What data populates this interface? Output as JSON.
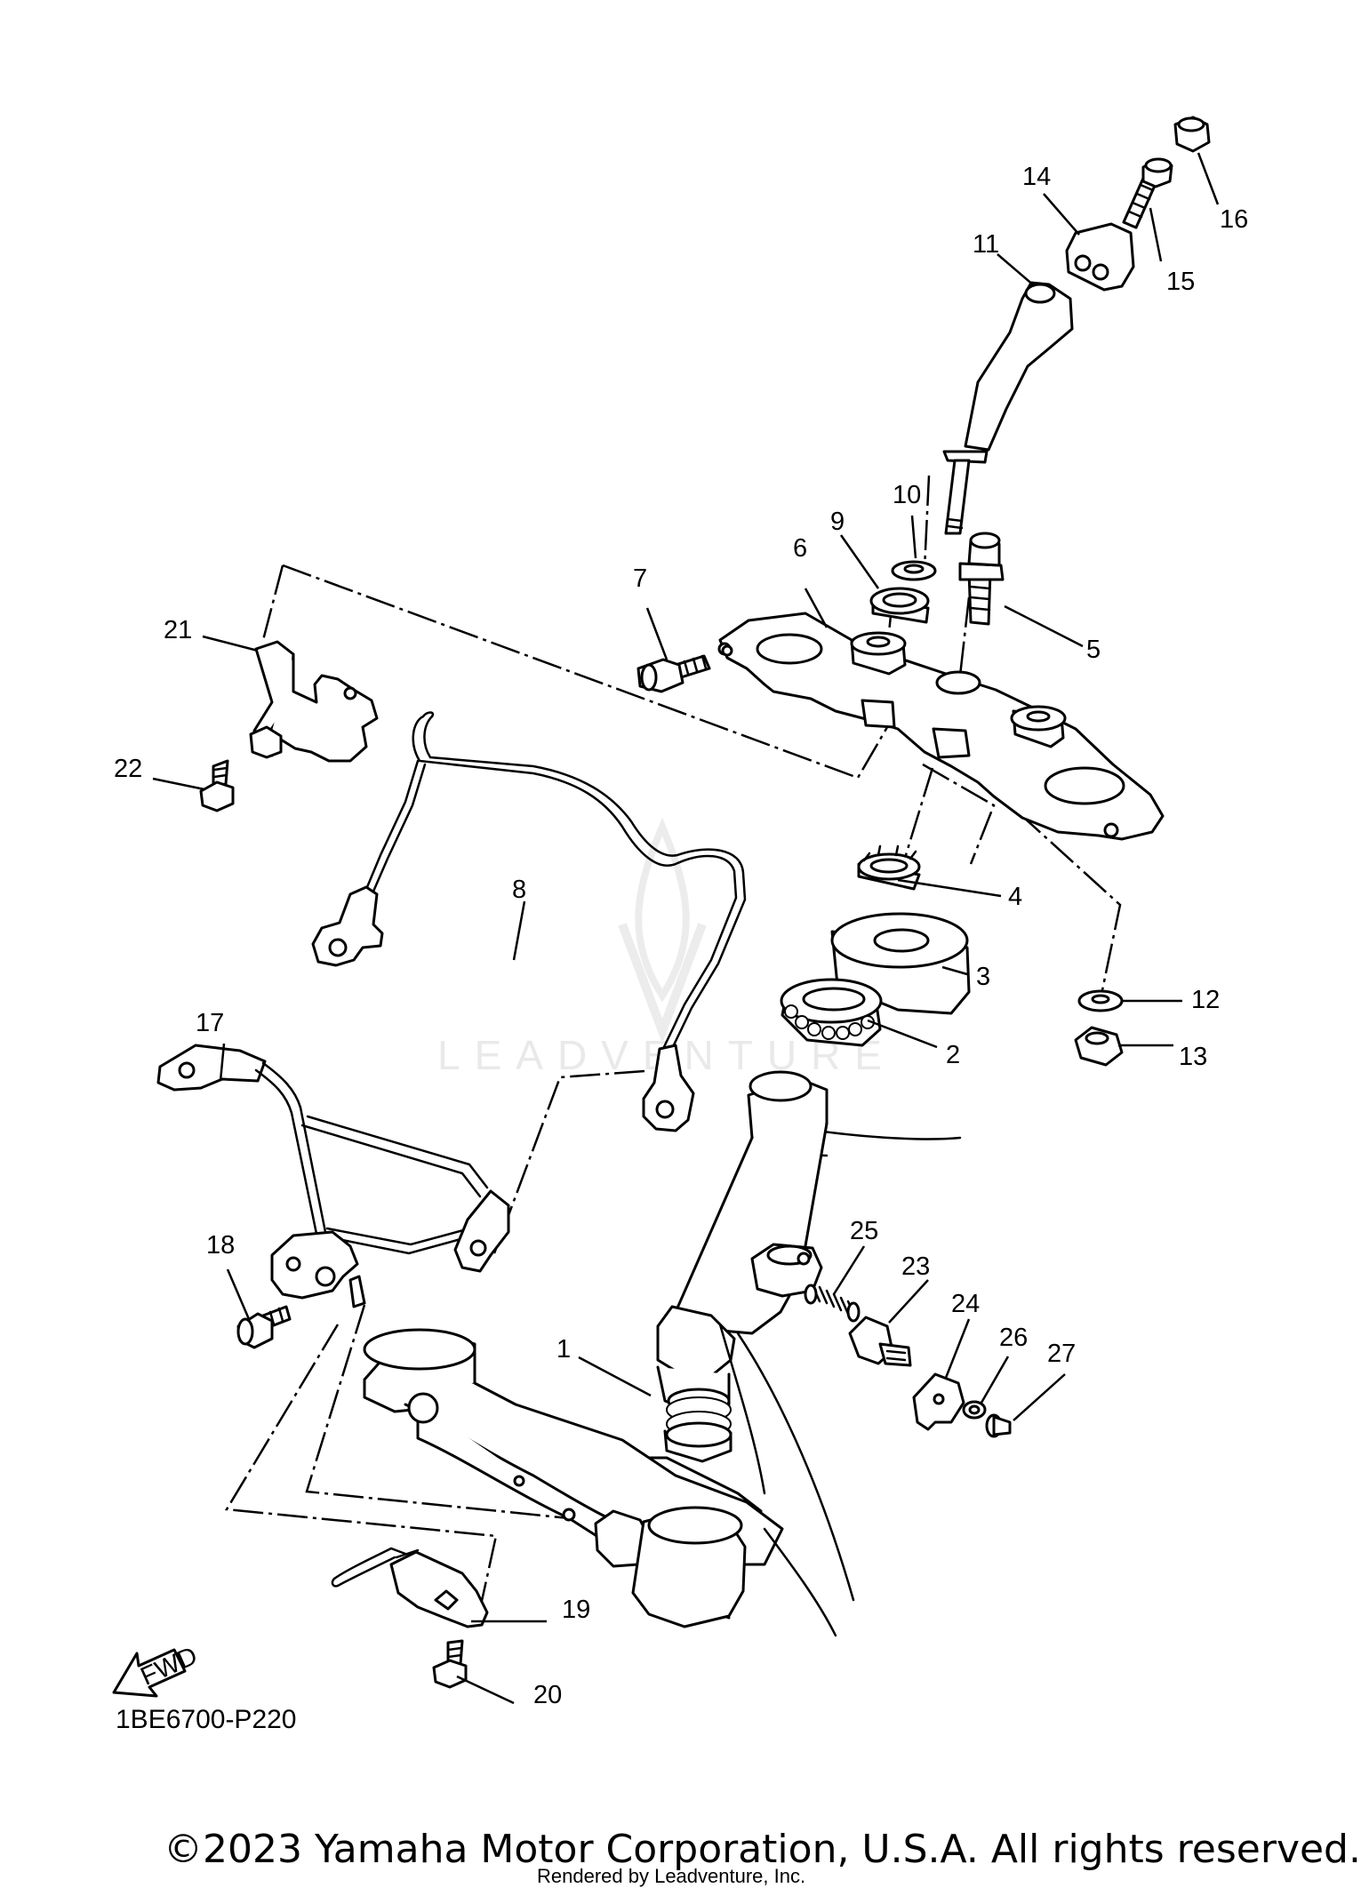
{
  "diagram": {
    "code": "1BE6700-P220",
    "copyright": "©2023 Yamaha Motor Corporation, U.S.A. All rights reserved.",
    "rendered_by": "Rendered by Leadventure, Inc.",
    "watermark": "LEADVENTURE",
    "fwd_label": "FWD",
    "callouts": {
      "c1": "1",
      "c2": "2",
      "c3": "3",
      "c4": "4",
      "c5": "5",
      "c6": "6",
      "c7": "7",
      "c8": "8",
      "c9": "9",
      "c10": "10",
      "c11": "11",
      "c12": "12",
      "c13": "13",
      "c14": "14",
      "c15": "15",
      "c16": "16",
      "c17": "17",
      "c18": "18",
      "c19": "19",
      "c20": "20",
      "c21": "21",
      "c22": "22",
      "c23": "23",
      "c24": "24",
      "c25": "25",
      "c26": "26",
      "c27": "27"
    }
  }
}
